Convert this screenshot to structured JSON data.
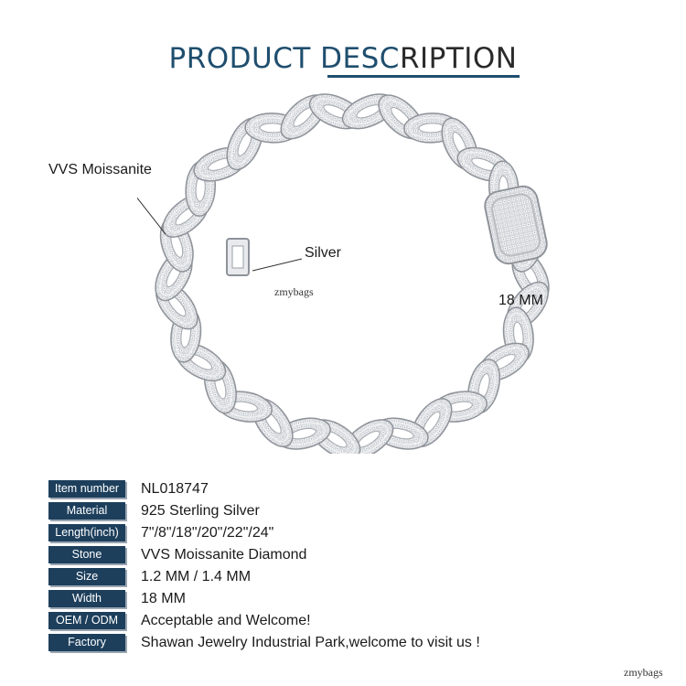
{
  "header": {
    "title_part1": "PRODUCT DESC",
    "title_part2": "RIPTION"
  },
  "callouts": {
    "stones": "VVS Moissanite",
    "metal": "Silver",
    "width": "18 MM"
  },
  "watermarks": {
    "center": "zmybags",
    "corner": "zmybags"
  },
  "specs": [
    {
      "label": "Item number",
      "value": "NL018747"
    },
    {
      "label": "Material",
      "value": "925 Sterling Silver"
    },
    {
      "label": "Length(inch)",
      "value": "7\"/8\"/18\"/20\"/22\"/24\""
    },
    {
      "label": "Stone",
      "value": "VVS Moissanite Diamond"
    },
    {
      "label": "Size",
      "value": "1.2 MM / 1.4 MM"
    },
    {
      "label": "Width",
      "value": "18 MM"
    },
    {
      "label": "OEM / ODM",
      "value": "Acceptable and Welcome!"
    },
    {
      "label": "Factory",
      "value": "Shawan Jewelry Industrial Park,welcome to visit us !"
    }
  ],
  "colors": {
    "title_blue": "#1f4e6e",
    "label_bg": "#1d3f5c",
    "silver": "#c9ccd1"
  }
}
